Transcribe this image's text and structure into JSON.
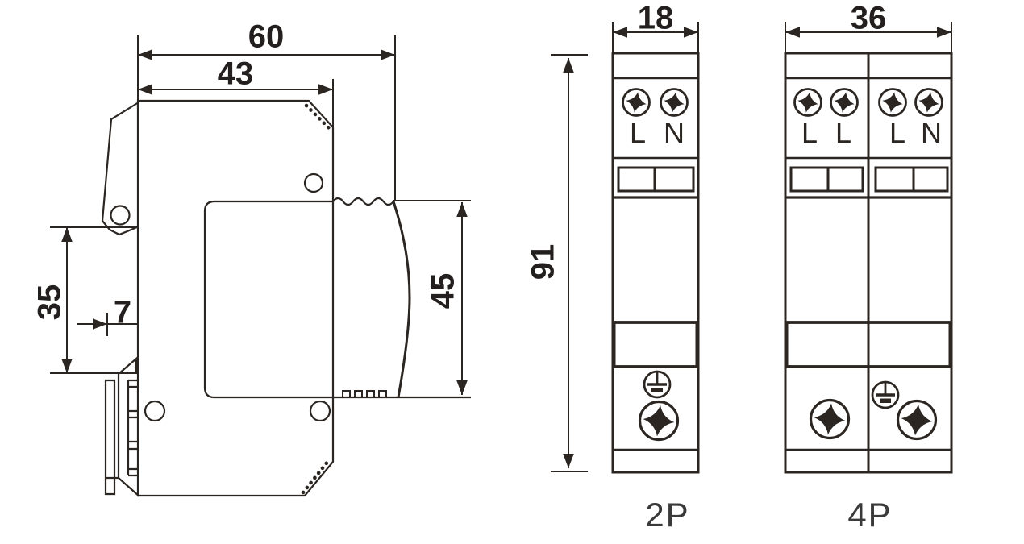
{
  "side_view": {
    "dim_total_width": "60",
    "dim_body_width": "43",
    "dim_rail_section_height": "35",
    "dim_rail_depth": "7",
    "dim_front_height": "45"
  },
  "front_view_2p": {
    "dim_width": "18",
    "dim_height": "91",
    "terminal_left": "L",
    "terminal_right": "N",
    "caption": "2P"
  },
  "front_view_4p": {
    "dim_width": "36",
    "terminal_1": "L",
    "terminal_2": "L",
    "terminal_3": "L",
    "terminal_4": "N",
    "caption": "4P"
  },
  "colors": {
    "line": "#2b2622",
    "dimension_text": "#231f1e",
    "caption_text": "#3a3a3a",
    "background": "#ffffff"
  }
}
